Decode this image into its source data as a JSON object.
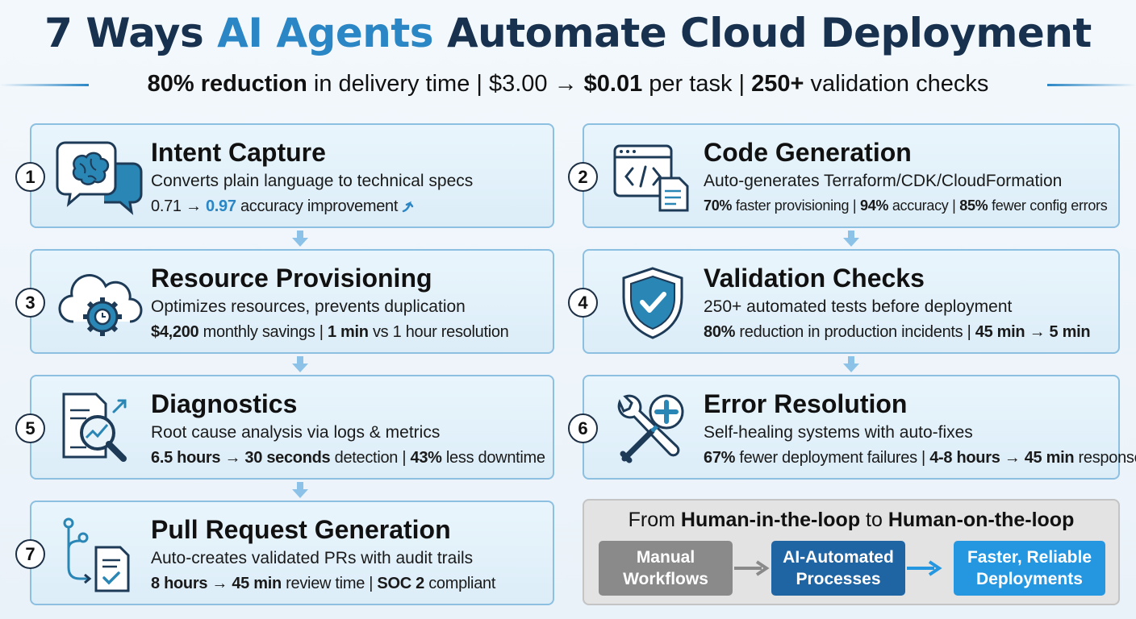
{
  "header": {
    "title_prefix": "7 Ways ",
    "title_accent": "AI Agents",
    "title_suffix": " Automate Cloud Deployment",
    "subtitle": {
      "p1_bold": "80% reduction",
      "p1": " in delivery time | $3.00 → ",
      "p2_bold": "$0.01",
      "p2": " per task | ",
      "p3_bold": "250+",
      "p3": " validation checks"
    }
  },
  "cards": {
    "c1": {
      "num": "1",
      "title": "Intent Capture",
      "desc": "Converts plain language to technical specs",
      "s1": "0.71 → ",
      "s2": "0.97",
      "s3": " accuracy improvement"
    },
    "c2": {
      "num": "2",
      "title": "Code Generation",
      "desc": "Auto-generates Terraform/CDK/CloudFormation",
      "s1": "70%",
      "s2": " faster provisioning | ",
      "s3": "94%",
      "s4": " accuracy | ",
      "s5": "85%",
      "s6": " fewer config errors"
    },
    "c3": {
      "num": "3",
      "title": "Resource Provisioning",
      "desc": "Optimizes resources, prevents duplication",
      "s1": "$4,200",
      "s2": " monthly savings | ",
      "s3": "1 min",
      "s4": " vs 1 hour resolution"
    },
    "c4": {
      "num": "4",
      "title": "Validation Checks",
      "desc": "250+ automated tests before deployment",
      "s1": "80%",
      "s2": " reduction in production incidents | ",
      "s3": "45 min → 5 min"
    },
    "c5": {
      "num": "5",
      "title": "Diagnostics",
      "desc": "Root cause analysis via logs & metrics",
      "s1": "6.5 hours → 30 seconds",
      "s2": " detection | ",
      "s3": "43%",
      "s4": " less downtime"
    },
    "c6": {
      "num": "6",
      "title": "Error Resolution",
      "desc": "Self-healing systems with auto-fixes",
      "s1": "67%",
      "s2": " fewer deployment failures | ",
      "s3": "4-8 hours → 45 min",
      "s4": " response"
    },
    "c7": {
      "num": "7",
      "title": "Pull Request Generation",
      "desc": "Auto-creates validated PRs with audit trails",
      "s1": "8 hours → 45 min",
      "s2": " review time | ",
      "s3": "SOC 2",
      "s4": " compliant"
    }
  },
  "loop": {
    "t1": "From ",
    "t2": "Human-in-the-loop",
    "t3": " to ",
    "t4": "Human-on-the-loop",
    "step1_line1": "Manual",
    "step1_line2": "Workflows",
    "step2_line1": "AI-Automated",
    "step2_line2": "Processes",
    "step3_line1": "Faster, Reliable",
    "step3_line2": "Deployments"
  },
  "colors": {
    "title": "#17314f",
    "accent": "#2a86c5",
    "card_bg": "#dcedf8",
    "card_border": "#8cbfe0",
    "icon_dark": "#1d3a57",
    "icon_teal": "#2a86b5",
    "flow_gray": "#8a8a8a",
    "flow_dark_blue": "#1f64a3",
    "flow_light_blue": "#2596e0"
  },
  "icons": [
    "brain-chat-icon",
    "code-file-icon",
    "cloud-gear-icon",
    "shield-check-icon",
    "report-magnifier-icon",
    "wrench-screwdriver-plus-icon",
    "git-branch-document-icon"
  ]
}
